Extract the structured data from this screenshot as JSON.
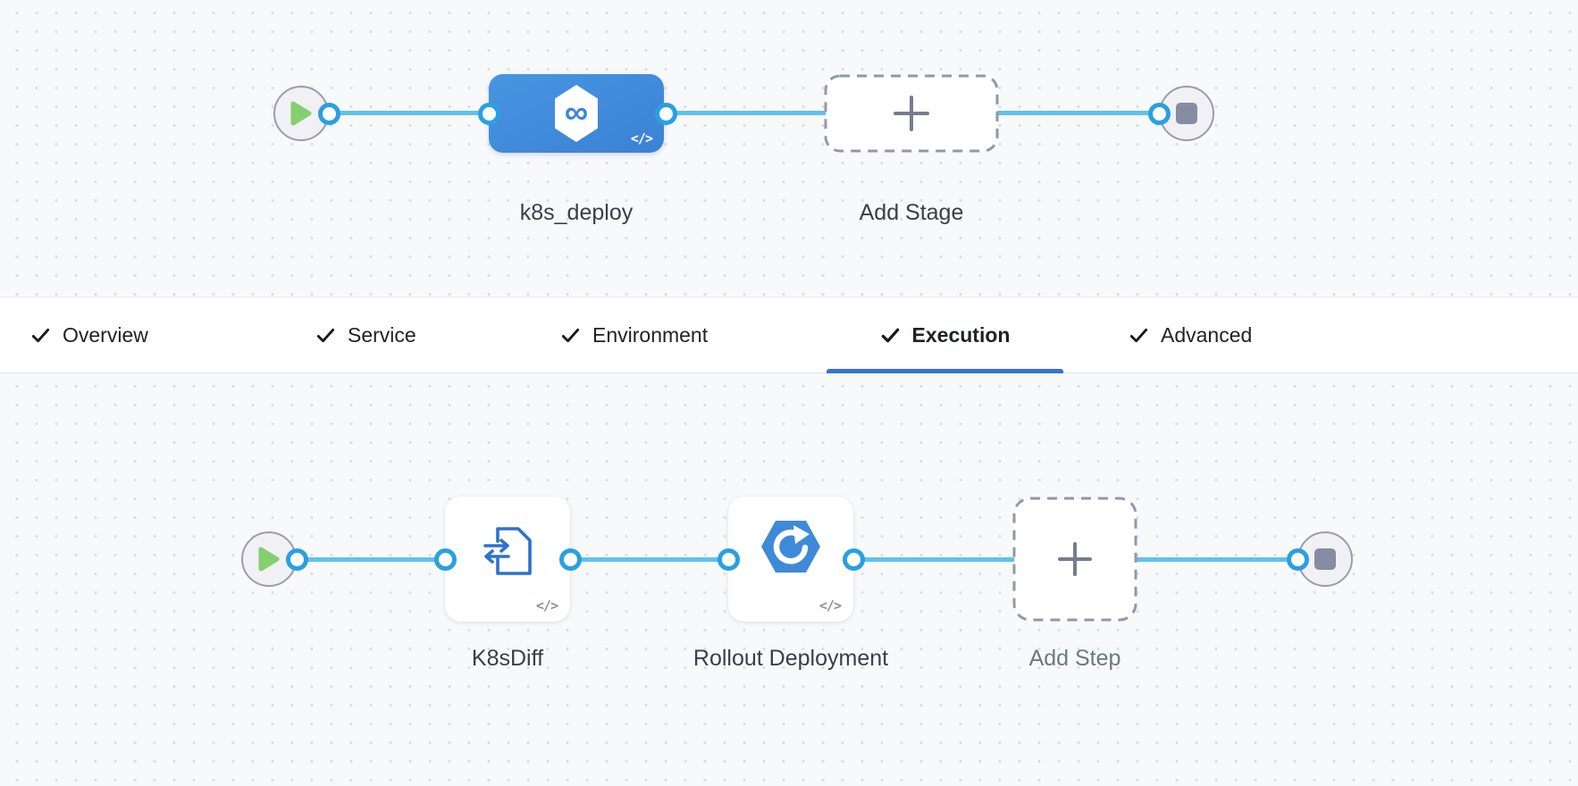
{
  "stage_graph": {
    "stage": {
      "name": "k8s_deploy"
    },
    "add_stage": {
      "label": "Add Stage"
    },
    "code_badge": "</>"
  },
  "tab_bar": {
    "tabs": [
      {
        "label": "Overview",
        "checked": true,
        "active": false
      },
      {
        "label": "Service",
        "checked": true,
        "active": false
      },
      {
        "label": "Environment",
        "checked": true,
        "active": false
      },
      {
        "label": "Execution",
        "checked": true,
        "active": true
      },
      {
        "label": "Advanced",
        "checked": true,
        "active": false
      }
    ]
  },
  "execution_graph": {
    "steps": [
      {
        "name": "K8sDiff"
      },
      {
        "name": "Rollout Deployment"
      }
    ],
    "add_step": {
      "label": "Add Step"
    },
    "code_badge": "</>"
  },
  "icons": {
    "play": "play-triangle",
    "stop": "stop-square",
    "plus": "+",
    "check": "✓",
    "infinity": "∞"
  },
  "colors": {
    "edge_blue": "#5ec2ee",
    "port_ring_blue": "#2aa0e2",
    "stage_node_blue": "#3f88d9",
    "active_tab_blue": "#3574cd",
    "play_green": "#85cf6f",
    "node_grey": "#868da2",
    "label_dark": "#3a3e4a",
    "label_muted": "#6f7684",
    "canvas_bg": "#f8f9fb"
  }
}
